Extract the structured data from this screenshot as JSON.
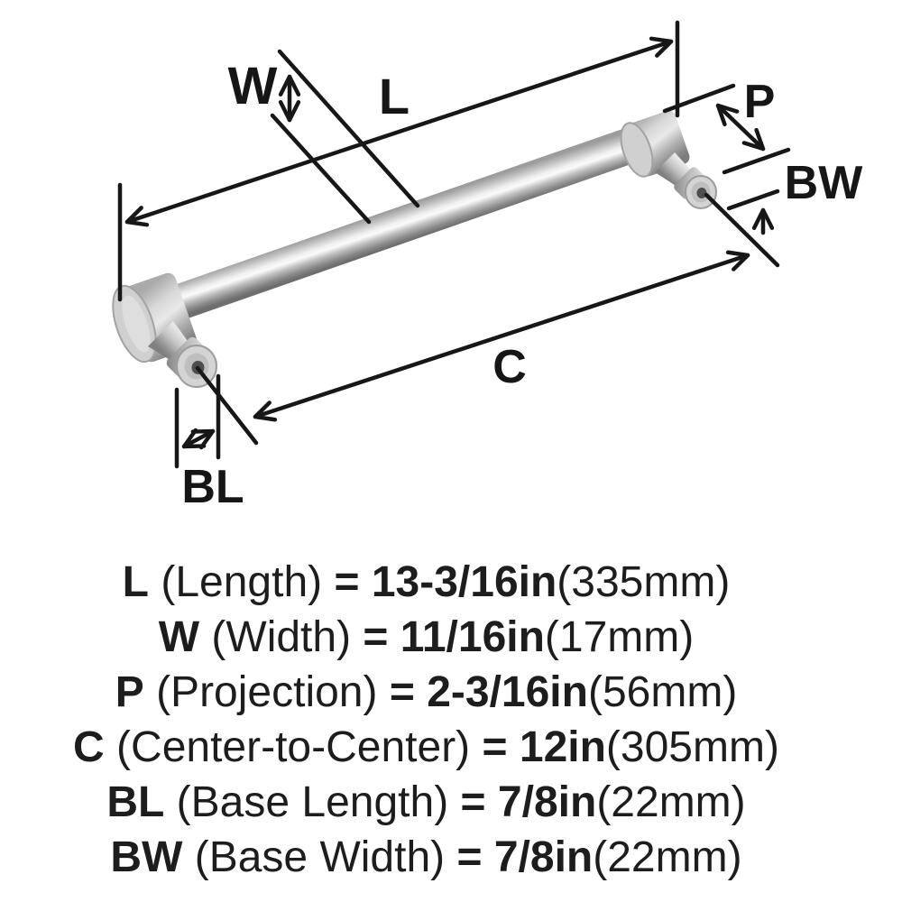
{
  "diagram": {
    "labels": {
      "l": "L",
      "w": "W",
      "p": "P",
      "bw": "BW",
      "c": "C",
      "bl": "BL"
    },
    "colors": {
      "ink": "#171717",
      "background": "#ffffff",
      "metal_light": "#fbfbfb",
      "metal_mid": "#bdbdbd",
      "metal_dark": "#6e6e6e",
      "screw_hole": "#4d4d4d"
    }
  },
  "specs": {
    "rows": [
      {
        "symbol": "L",
        "name": "(Length)",
        "equals": "=",
        "value": "13-3/16in",
        "metric": "(335mm)"
      },
      {
        "symbol": "W",
        "name": "(Width)",
        "equals": "=",
        "value": "11/16in",
        "metric": "(17mm)"
      },
      {
        "symbol": "P",
        "name": "(Projection)",
        "equals": "=",
        "value": "2-3/16in",
        "metric": "(56mm)"
      },
      {
        "symbol": "C",
        "name": "(Center-to-Center)",
        "equals": "=",
        "value": "12in",
        "metric": "(305mm)"
      },
      {
        "symbol": "BL",
        "name": "(Base Length)",
        "equals": "=",
        "value": "7/8in",
        "metric": "(22mm)"
      },
      {
        "symbol": "BW",
        "name": "(Base Width)",
        "equals": "=",
        "value": "7/8in",
        "metric": "(22mm)"
      }
    ]
  }
}
